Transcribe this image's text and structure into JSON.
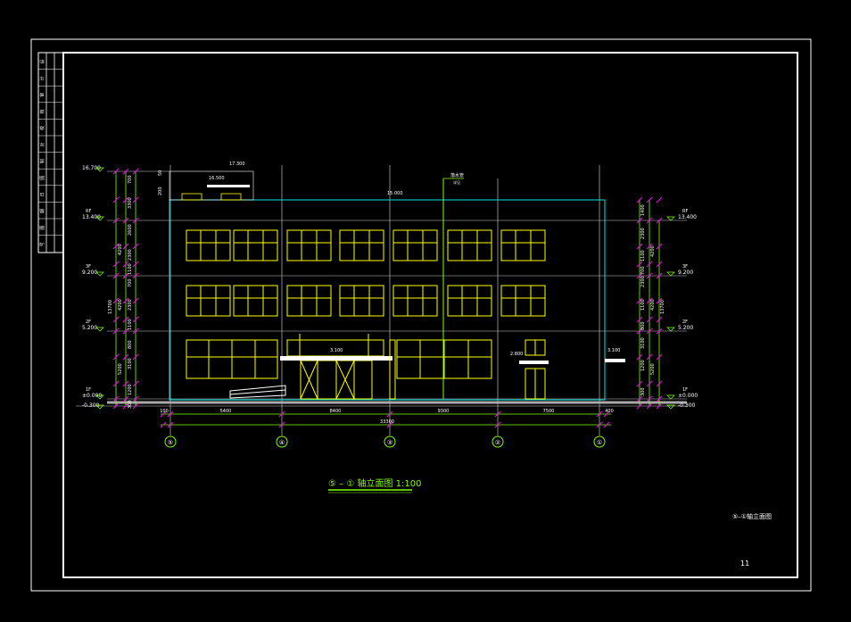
{
  "colors": {
    "background": "#000000",
    "frame": "#ffffff",
    "grid": "#ffffff",
    "dimension": "#7fff00",
    "structure": "#00e5e5",
    "window": "#ffff00",
    "tick": "#ff00ff",
    "slab": "#aaaaaa",
    "text": "#ffffff"
  },
  "title_block": {
    "rows": [
      "设",
      "计",
      "审",
      "核",
      "校",
      "对",
      "制",
      "图",
      "日",
      "期",
      "图",
      "号"
    ]
  },
  "levels_left": [
    {
      "tag": "",
      "value": "16.700"
    },
    {
      "tag": "RF",
      "value": "13.400"
    },
    {
      "tag": "3F",
      "value": "9.200"
    },
    {
      "tag": "2F",
      "value": "5.200"
    },
    {
      "tag": "1F",
      "value": "±0.000"
    },
    {
      "tag": "",
      "value": "-0.300"
    }
  ],
  "levels_right": [
    {
      "tag": "RF",
      "value": "13.400"
    },
    {
      "tag": "3F",
      "value": "9.200"
    },
    {
      "tag": "2F",
      "value": "5.200"
    },
    {
      "tag": "1F",
      "value": "±0.000"
    },
    {
      "tag": "",
      "value": "-0.300"
    }
  ],
  "left_dims_inner": [
    "700",
    "3300",
    "2600",
    "2300",
    "1100",
    "700",
    "2300",
    "1100",
    "800",
    "3100",
    "1200",
    "300"
  ],
  "left_dims_outer": [
    "4200",
    "4200",
    "5200"
  ],
  "left_total": "13700",
  "right_dims_inner": [
    "1400",
    "2300",
    "1100",
    "700",
    "2300",
    "1100",
    "800",
    "3100",
    "1200",
    "300"
  ],
  "right_dims_outer": [
    "4200",
    "4200",
    "5200"
  ],
  "right_total": "13700",
  "top_annotations": {
    "parapet_top": "17.300",
    "stair_roof": "16.500",
    "roof": "15.000",
    "downpipe": "落水管",
    "downpipe_note": "详见",
    "dim_50": "50",
    "dim_200": "200"
  },
  "canopy_labels": {
    "entrance": "3.100",
    "side": "2.800",
    "right": "3.100"
  },
  "bottom_dims": {
    "spans": [
      "5400",
      "8400",
      "9300",
      "7500"
    ],
    "edge_left": "100",
    "edge_right": "400",
    "total": "33300"
  },
  "axes": [
    "⑤",
    "④",
    "③",
    "②",
    "①"
  ],
  "caption": "⑤ – ① 轴立面图 1:100",
  "sheet_title": "⑤–①轴立面图",
  "sheet_number": "11"
}
